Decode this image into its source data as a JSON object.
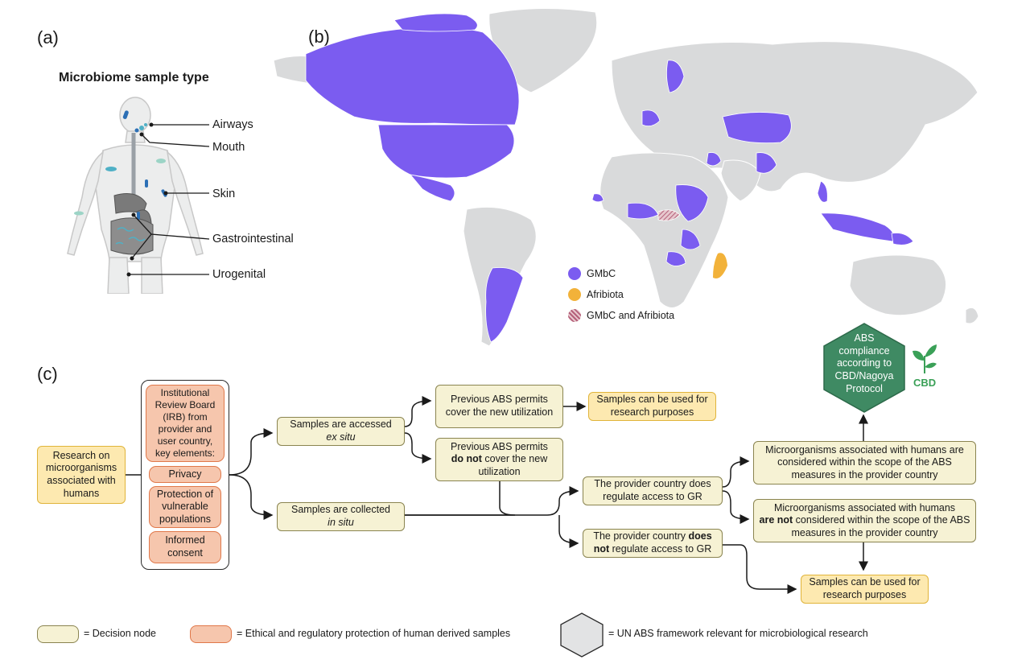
{
  "panel_a": {
    "label": "(a)",
    "title": "Microbiome sample type",
    "sites": [
      "Airways",
      "Mouth",
      "Skin",
      "Gastrointestinal",
      "Urogenital"
    ]
  },
  "panel_b": {
    "label": "(b)",
    "legend": [
      {
        "label": "GMbC",
        "color": "#7b5cf0"
      },
      {
        "label": "Afribiota",
        "color": "#f2b23a"
      },
      {
        "label": "GMbC and Afribiota",
        "color": "#b5607a"
      }
    ]
  },
  "panel_c": {
    "label": "(c)",
    "start": "Research on microorganisms associated with humans",
    "irb": {
      "header": "Institutional Review Board (IRB) from provider and user country, key elements:",
      "elements": [
        "Privacy",
        "Protection of vulnerable populations",
        "Informed consent"
      ]
    },
    "ex_situ": {
      "text": "Samples are accessed",
      "italic": "ex situ"
    },
    "in_situ": {
      "text": "Samples are collected",
      "italic": "in situ"
    },
    "permits_cover": "Previous ABS permits cover the new utilization",
    "permits_not_pre": "Previous ABS permits",
    "permits_not_bold": "do not",
    "permits_not_post": "cover the new utilization",
    "outcome_top": "Samples can be used for research purposes",
    "regulates": "The provider country does regulate access to GR",
    "not_regulates_pre": "The provider country",
    "not_regulates_bold1": "does",
    "not_regulates_bold2": "not",
    "not_regulates_post": "regulate access to GR",
    "scope_in": "Microorganisms associated with humans are considered within the scope of the ABS measures in the provider country",
    "scope_out_pre": "Microorganisms associated with humans",
    "scope_out_bold": "are not",
    "scope_out_post": "considered within the scope of the ABS measures in the provider country",
    "outcome_bottom": "Samples can be used for research purposes",
    "abs_hexagon": "ABS compliance according to CBD/Nagoya Protocol",
    "cbd_logo": "CBD",
    "cbd_logo_color": "#3aa057",
    "key": {
      "decision": "= Decision node",
      "ethical": "= Ethical and regulatory protection of human derived samples",
      "un_abs": "= UN ABS framework relevant for microbiological research"
    }
  }
}
